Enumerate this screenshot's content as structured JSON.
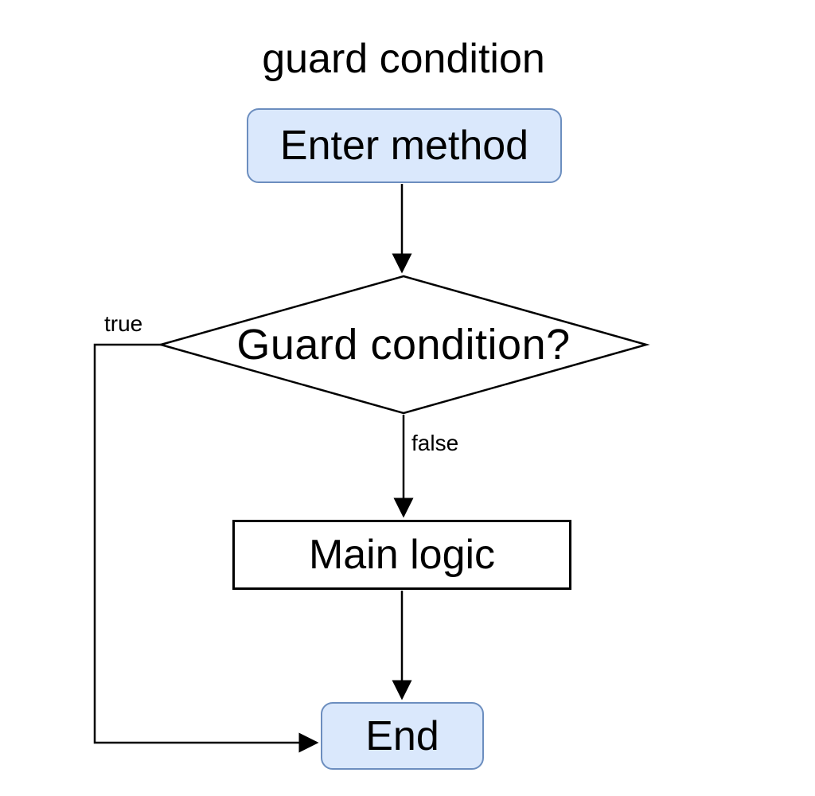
{
  "diagram": {
    "title": "guard condition",
    "nodes": {
      "enter_method": {
        "label": "Enter method",
        "shape": "rounded-rect",
        "fill": "#dae8fc",
        "stroke": "#6c8ebf"
      },
      "guard_condition": {
        "label": "Guard condition?",
        "shape": "diamond",
        "fill": "#ffffff",
        "stroke": "#000000"
      },
      "main_logic": {
        "label": "Main logic",
        "shape": "rect",
        "fill": "#ffffff",
        "stroke": "#000000"
      },
      "end": {
        "label": "End",
        "shape": "rounded-rect",
        "fill": "#dae8fc",
        "stroke": "#6c8ebf"
      }
    },
    "edges": [
      {
        "from": "enter_method",
        "to": "guard_condition",
        "label": ""
      },
      {
        "from": "guard_condition",
        "to": "main_logic",
        "label": "false"
      },
      {
        "from": "guard_condition",
        "to": "end",
        "label": "true"
      },
      {
        "from": "main_logic",
        "to": "end",
        "label": ""
      }
    ],
    "colors": {
      "line": "#000000",
      "text": "#000000",
      "accent_fill": "#dae8fc",
      "accent_stroke": "#6c8ebf"
    }
  }
}
